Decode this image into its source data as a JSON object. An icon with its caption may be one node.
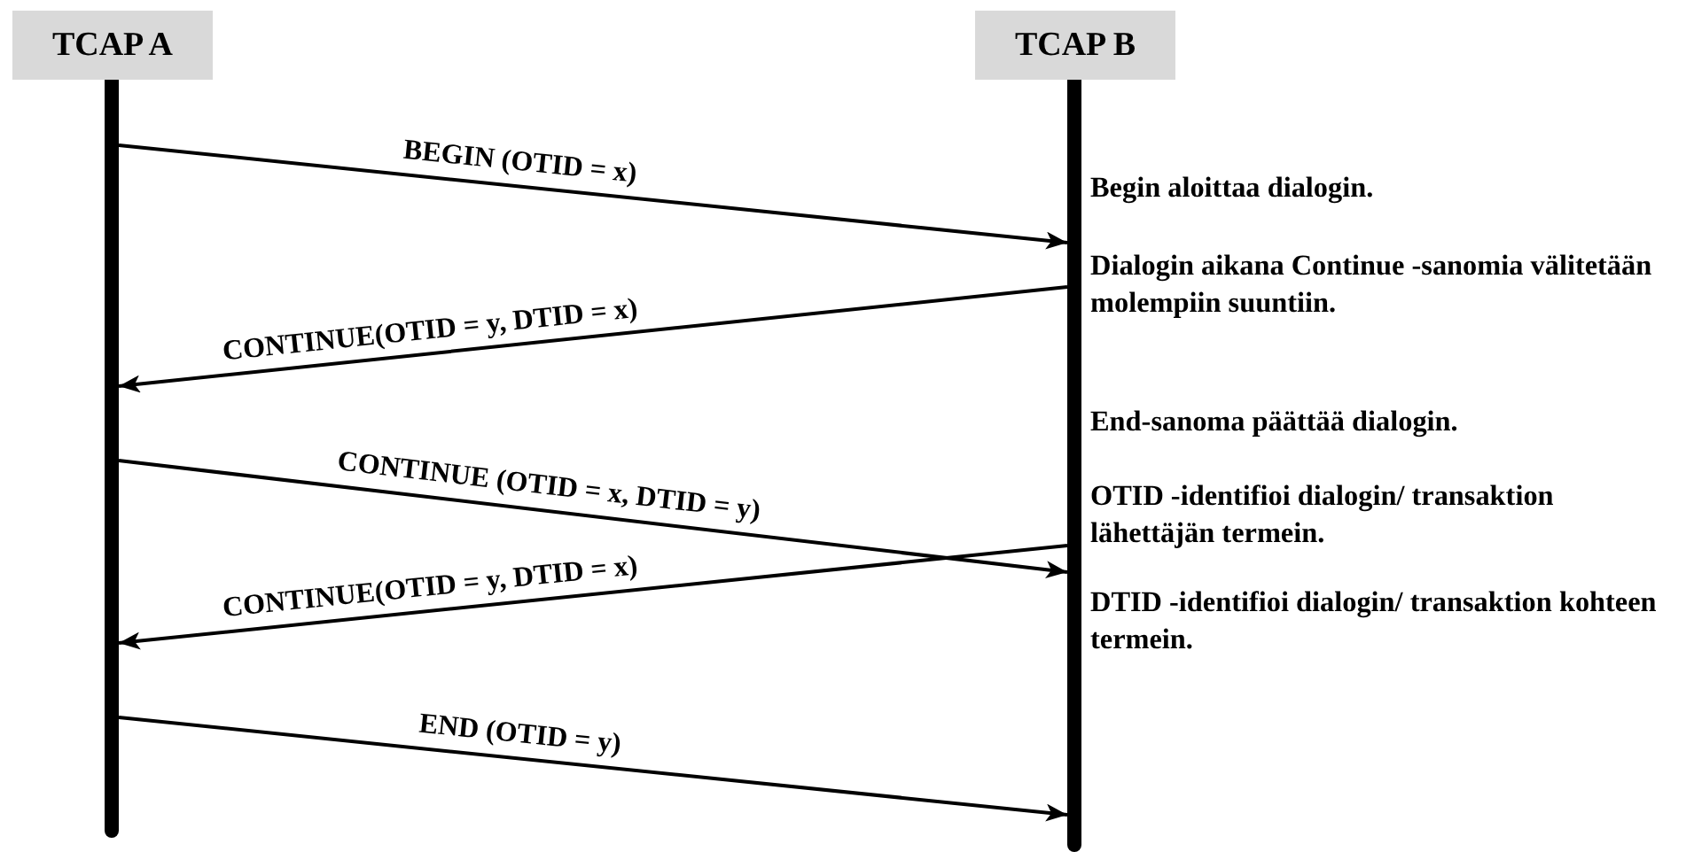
{
  "diagram": {
    "nodes": [
      {
        "text": [
          "TCAP A"
        ]
      },
      {
        "text": [
          "TCAP B"
        ]
      }
    ],
    "edges": [
      {
        "from": 0,
        "to": 1,
        "arrow": "to",
        "label": "BEGIN (OTID = x)"
      },
      {
        "from": 1,
        "to": 0,
        "arrow": "to",
        "label": "CONTINUE(OTID = y, DTID = x)"
      },
      {
        "from": 0,
        "to": 1,
        "arrow": "to",
        "label": "CONTINUE (OTID = x, DTID = y)"
      },
      {
        "from": 1,
        "to": 0,
        "arrow": "to",
        "label": "CONTINUE(OTID = y, DTID = x)"
      },
      {
        "from": 0,
        "to": 1,
        "arrow": "to",
        "label": "END (OTID = y)"
      }
    ],
    "labels": [
      "Begin aloittaa dialogin.",
      "Dialogin aikana Continue -sanomia välitetään molempiin suuntiin.",
      "End-sanoma päättää dialogin.",
      "OTID -identifioi dialogin/ transaktion lähettäjän termein.",
      "DTID -identifioi dialogin/ transaktion kohteen termein."
    ]
  }
}
